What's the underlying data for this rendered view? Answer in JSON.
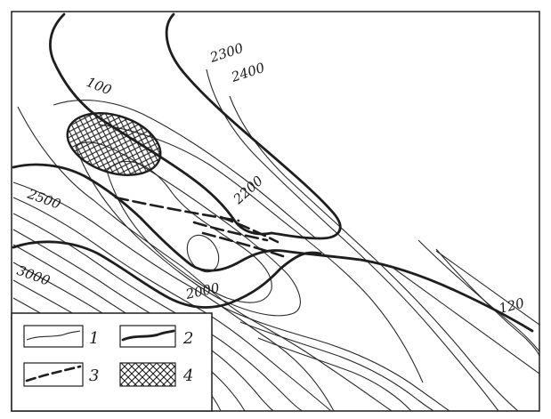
{
  "labels": {
    "contour_2300": "2300",
    "contour_2400": "2400",
    "contour_2200": "2200",
    "contour_2500": "2500",
    "contour_2000": "2000",
    "contour_3000": "3000",
    "bold_100": "100",
    "bold_120": "120"
  },
  "legend": {
    "item1": "1",
    "item2": "2",
    "item3": "3",
    "item4": "4"
  },
  "colors": {
    "line": "#1e1e1e",
    "background": "#ffffff"
  }
}
